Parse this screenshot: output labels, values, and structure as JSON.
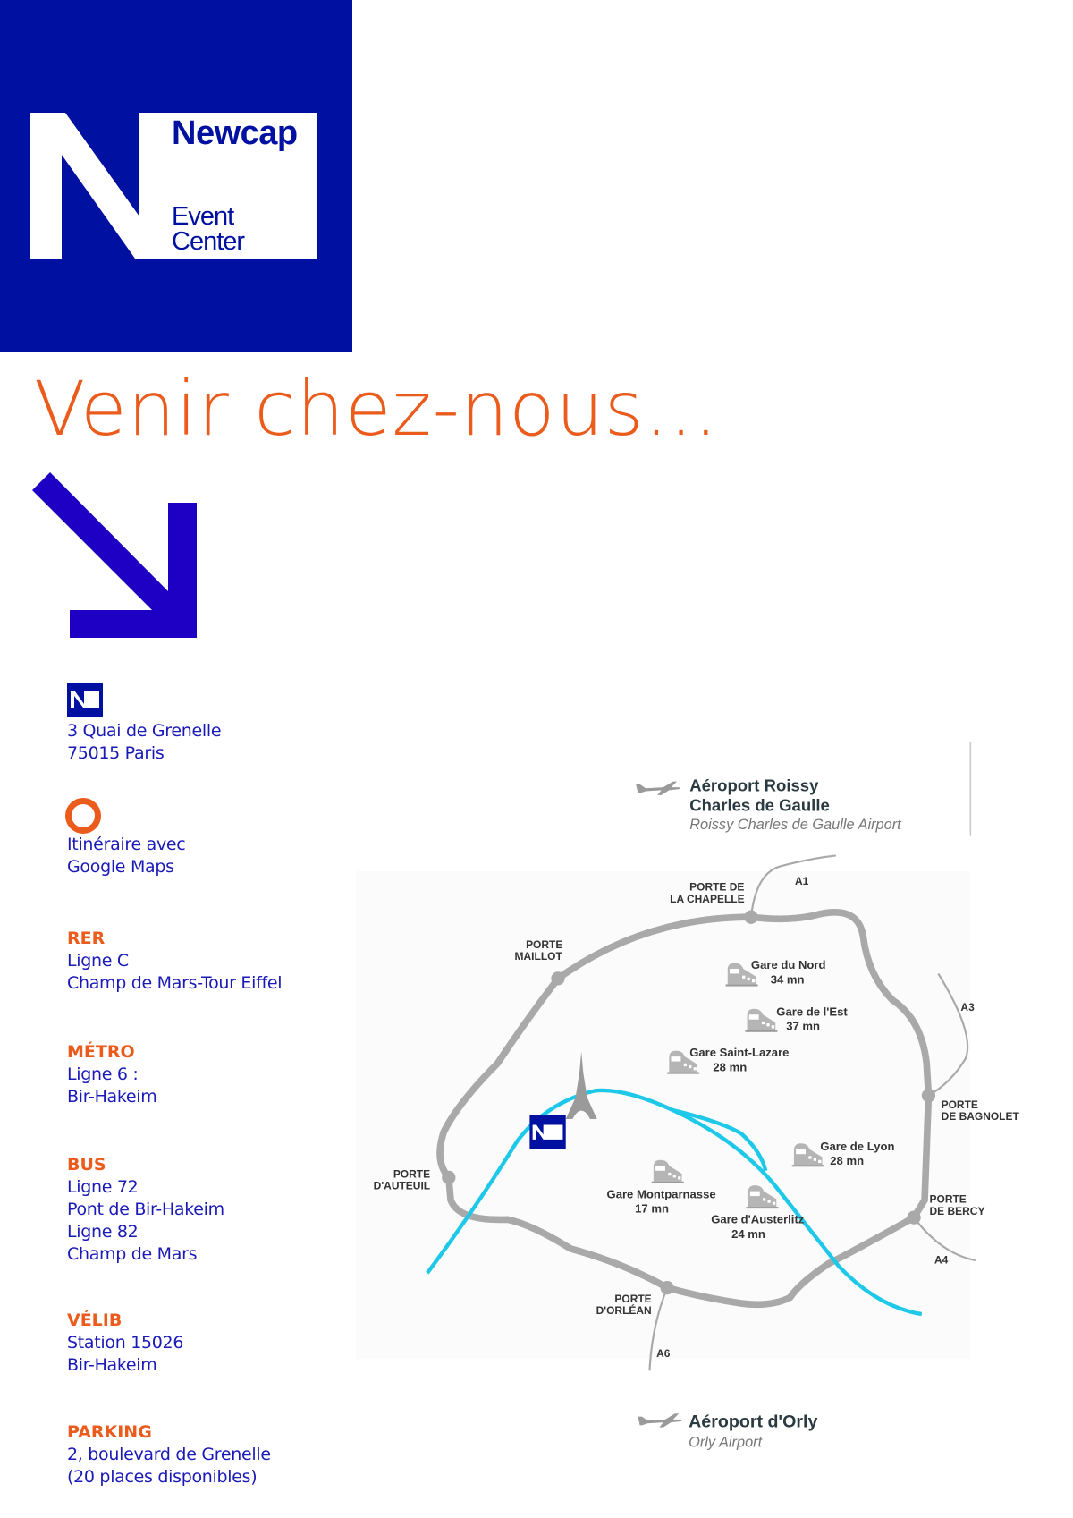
{
  "logo": {
    "brand": "Newcap",
    "line1": "Event",
    "line2": "Center"
  },
  "title": "Venir chez-nous...",
  "colors": {
    "brand_blue": "#0010a0",
    "accent_orange": "#ea5b1c",
    "text_blue": "#1a1ab8",
    "river": "#1ec8e8",
    "road": "#a9a9a9"
  },
  "address": {
    "line1": "3 Quai de Grenelle",
    "line2": "75015 Paris"
  },
  "itinerary": {
    "line1": "Itinéraire  avec",
    "line2": "Google Maps"
  },
  "rer": {
    "heading": "RER",
    "line1": "Ligne C",
    "line2": "Champ  de  Mars-Tour  Eiffel"
  },
  "metro": {
    "heading": "MÉTRO",
    "line1": "Ligne  6  :",
    "line2": "Bir-Hakeim"
  },
  "bus": {
    "heading": "BUS",
    "line1": "Ligne 72",
    "line2": "Pont de Bir-Hakeim",
    "line3": "Ligne 82",
    "line4": "Champ de Mars"
  },
  "velib": {
    "heading": "VÉLIB",
    "line1": "Station 15026",
    "line2": "Bir-Hakeim"
  },
  "parking": {
    "heading": "PARKING",
    "line1": "2, boulevard de Grenelle",
    "line2": "(20 places disponibles)"
  },
  "map": {
    "cdg": {
      "line1": "Aéroport Roissy",
      "line2": "Charles de Gaulle",
      "english": "Roissy Charles de Gaulle Airport"
    },
    "orly": {
      "name": "Aéroport d'Orly",
      "english": "Orly Airport"
    },
    "portes": {
      "maillot": [
        "PORTE",
        "MAILLOT"
      ],
      "chapelle": [
        "PORTE DE",
        "LA CHAPELLE"
      ],
      "bagnolet": [
        "PORTE",
        "DE BAGNOLET"
      ],
      "bercy": [
        "PORTE",
        "DE BERCY"
      ],
      "orlean": [
        "PORTE",
        "D'ORLÉAN"
      ],
      "auteuil": [
        "PORTE",
        "D'AUTEUIL"
      ]
    },
    "highways": {
      "a1": "A1",
      "a3": "A3",
      "a4": "A4",
      "a6": "A6"
    },
    "stations": [
      {
        "name": "Gare du Nord",
        "time": "34 mn"
      },
      {
        "name": "Gare de l'Est",
        "time": "37 mn"
      },
      {
        "name": "Gare Saint-Lazare",
        "time": "28 mn"
      },
      {
        "name": "Gare de Lyon",
        "time": "28 mn"
      },
      {
        "name": "Gare Montparnasse",
        "time": "17 mn"
      },
      {
        "name": "Gare d'Austerlitz",
        "time": "24 mn"
      }
    ]
  }
}
